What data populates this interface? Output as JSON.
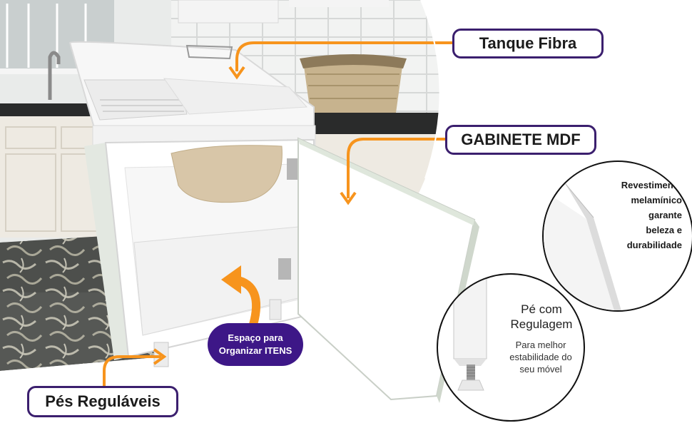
{
  "labels": {
    "tanque": "Tanque Fibra",
    "gabinete": "GABINETE MDF",
    "pes": "Pés Reguláveis"
  },
  "bubble": {
    "line1": "Espaço para",
    "line2": "Organizar ITENS"
  },
  "revestimento": {
    "lines": [
      "Revestimento",
      "melamínico",
      "garante",
      "beleza e",
      "durabilidade"
    ]
  },
  "pe": {
    "title_line1": "Pé com",
    "title_line2": "Regulagem",
    "sub_line1": "Para melhor",
    "sub_line2": "estabilidade do",
    "sub_line3": "seu móvel"
  },
  "colors": {
    "accent_orange": "#f7941d",
    "pill_border": "#3b1f6e",
    "bubble_fill": "#3d1787"
  }
}
